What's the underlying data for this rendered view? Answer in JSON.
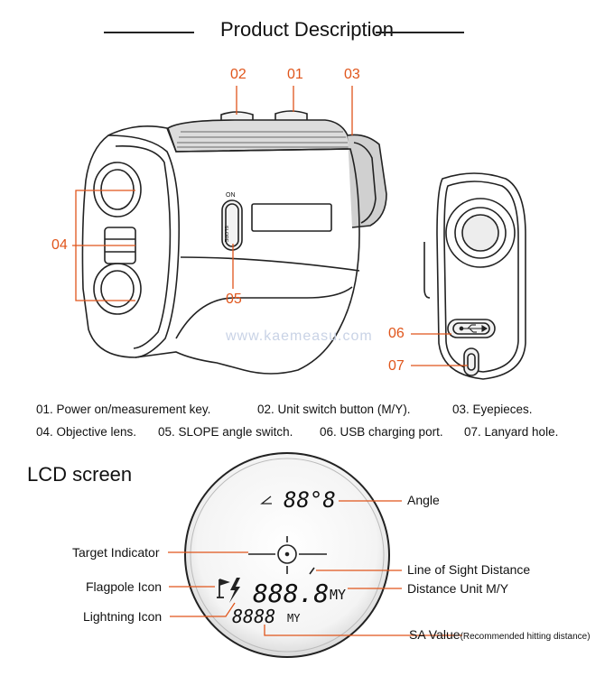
{
  "header": {
    "title": "Product Description"
  },
  "callouts": {
    "n01": "01",
    "n02": "02",
    "n03": "03",
    "n04": "04",
    "n05": "05",
    "n06": "06",
    "n07": "07"
  },
  "descriptions": {
    "d1": "01. Power on/measurement key.",
    "d2": "02. Unit switch button (M/Y).",
    "d3": "03. Eyepieces.",
    "d4": "04. Objective lens.",
    "d5": "05. SLOPE angle switch.",
    "d6": "06. USB charging port.",
    "d7": "07. Lanyard hole."
  },
  "device": {
    "switch_on": "ON",
    "switch_slope": "SLOPE"
  },
  "watermark": "www.kaemeasu.com",
  "lcd": {
    "title": "LCD screen",
    "readout_angle": "88°8",
    "readout_distance": "888.8",
    "readout_distance_unit": "MY",
    "readout_sa": "8888",
    "readout_sa_unit": "MY",
    "labels": {
      "angle": "Angle",
      "target": "Target Indicator",
      "los": "Line of Sight Distance",
      "unit": "Distance Unit M/Y",
      "flagpole": "Flagpole Icon",
      "lightning": "Lightning Icon",
      "sa": "SA Value",
      "sa_note": "(Recommended hitting distance)"
    }
  },
  "colors": {
    "accent": "#e0551b",
    "line": "#222222"
  }
}
